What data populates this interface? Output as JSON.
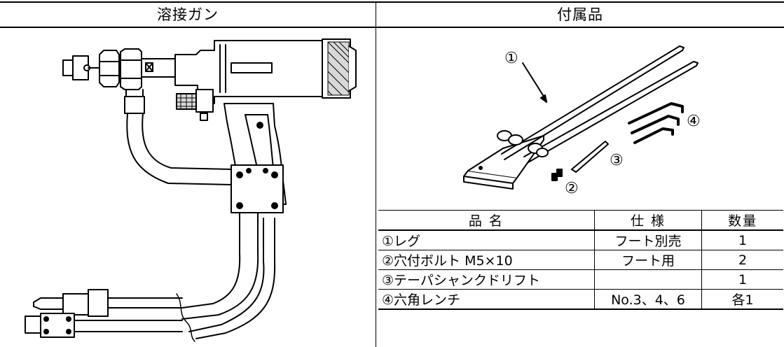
{
  "header": {
    "left_title": "溶接ガン",
    "right_title": "付属品"
  },
  "callouts": [
    "①",
    "②",
    "③",
    "④"
  ],
  "parts_table": {
    "columns": [
      "品 名",
      "仕 様",
      "数量"
    ],
    "rows": [
      {
        "name": "①レグ",
        "spec": "フート別売",
        "qty": "1"
      },
      {
        "name": "②穴付ボルト M5×10",
        "spec": "フート用",
        "qty": "2"
      },
      {
        "name": "③テーパシャンクドリフト",
        "spec": "",
        "qty": "1"
      },
      {
        "name": "④六角レンチ",
        "spec": "No.3、4、6",
        "qty": "各1"
      }
    ]
  }
}
